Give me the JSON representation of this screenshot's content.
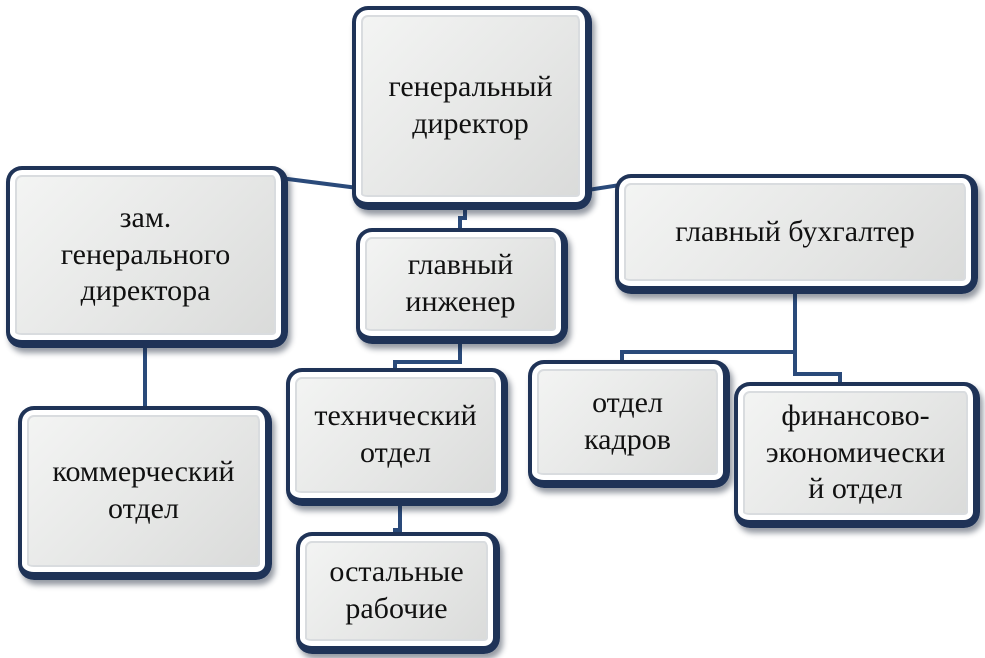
{
  "diagram": {
    "nodes": {
      "gen_director": "генеральный\nдиректор",
      "deputy": "зам.\nгенерального\nдиректора",
      "chief_engineer": "главный\nинженер",
      "chief_accountant": "главный бухгалтер",
      "commercial": "коммерческий\nотдел",
      "technical": "технический\nотдел",
      "hr": "отдел\nкадров",
      "finance": "финансово-\nэкономически\nй отдел",
      "workers": "остальные\nрабочие"
    },
    "edges": [
      [
        "gen_director",
        "deputy"
      ],
      [
        "gen_director",
        "chief_engineer"
      ],
      [
        "gen_director",
        "chief_accountant"
      ],
      [
        "deputy",
        "commercial"
      ],
      [
        "chief_engineer",
        "technical"
      ],
      [
        "technical",
        "workers"
      ],
      [
        "chief_accountant",
        "hr"
      ],
      [
        "chief_accountant",
        "finance"
      ]
    ],
    "colors": {
      "border": "#1f3357",
      "connector": "#2a4a7a",
      "fill": "#e6e7e6"
    }
  }
}
